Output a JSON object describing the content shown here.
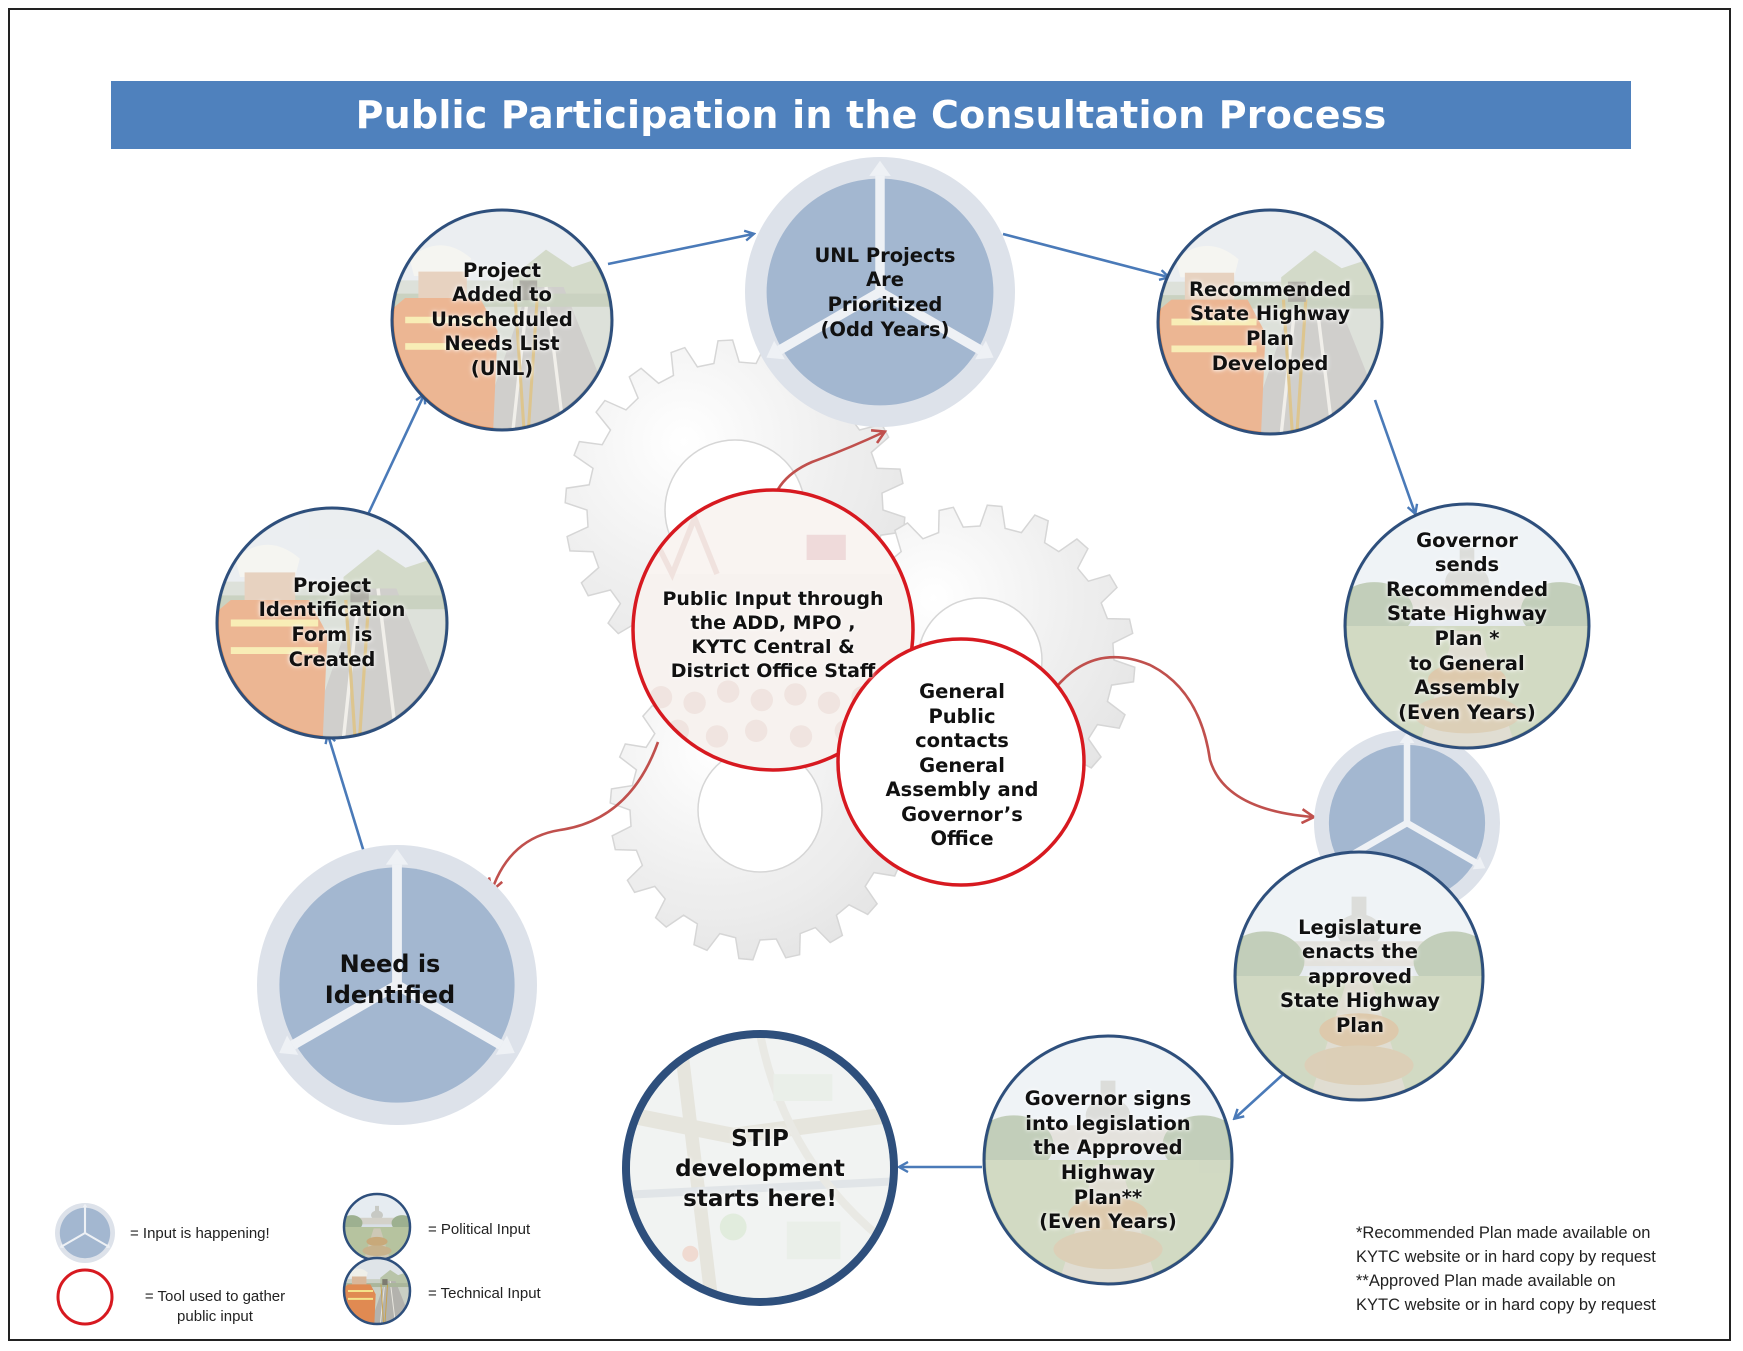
{
  "title": "Public Participation in the Consultation Process",
  "colors": {
    "banner": "#4f81bd",
    "node_border": "#2e4f7c",
    "input_circle": "#a3b7d0",
    "input_ring": "#dde2ea",
    "flow_arrow": "#4a7ab8",
    "public_arrow": "#c0504d",
    "tool_circle": "#d71920"
  },
  "nodes": {
    "unl_added": "Project\nAdded to\nUnscheduled\nNeeds List\n(UNL)",
    "unl_prioritized": "UNL Projects\nAre\nPrioritized\n(Odd Years)",
    "recommended_plan": "Recommended\nState Highway\nPlan\nDeveloped",
    "governor_sends": "Governor\nsends\nRecommended\nState Highway\nPlan *\nto General\nAssembly\n(Even Years)",
    "legislature": "Legislature\nenacts the\napproved\nState Highway\nPlan",
    "governor_signs": "Governor signs\ninto legislation\nthe Approved\nHighway\nPlan**\n(Even Years)",
    "stip": "STIP\ndevelopment\nstarts here!",
    "need_identified": "Need is\nIdentified",
    "project_form": "Project\nIdentification\nForm is\nCreated",
    "public_input": "Public Input through\nthe ADD, MPO ,\nKYTC Central &\nDistrict Office Staff",
    "general_public": "General\nPublic\ncontacts\nGeneral\nAssembly and\nGovernor’s\nOffice"
  },
  "legend": {
    "input": "= Input is happening!",
    "tool": "= Tool used to gather\npublic input",
    "political": "= Political Input",
    "technical": "= Technical Input",
    "input_icon": "input-wheel-icon",
    "tool_icon": "red-ring-icon",
    "political_icon": "capitol-photo-icon",
    "technical_icon": "surveyor-photo-icon"
  },
  "notes": [
    "*Recommended Plan made available on",
    "KYTC website or in hard copy by request",
    "**Approved Plan made available on",
    "KYTC website or in hard copy by request"
  ]
}
